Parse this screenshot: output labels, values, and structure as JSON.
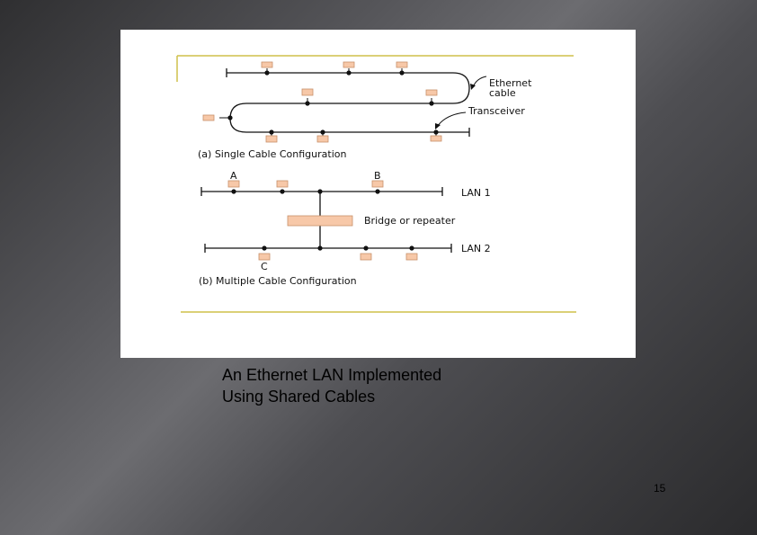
{
  "diagram": {
    "labels": {
      "ethernet_cable_line1": "Ethernet",
      "ethernet_cable_line2": "cable",
      "transceiver": "Transceiver",
      "config_a": "(a)  Single Cable Configuration",
      "station_a": "A",
      "station_b": "B",
      "station_c": "C",
      "lan1": "LAN 1",
      "lan2": "LAN 2",
      "bridge": "Bridge or repeater",
      "config_b": "(b)  Multiple Cable Configuration"
    },
    "colors": {
      "station_fill": "#f7c8a8",
      "station_stroke": "#c8906a",
      "rule": "#cfc04a",
      "cable": "#111111"
    }
  },
  "caption": {
    "line1": "An Ethernet LAN Implemented",
    "line2": "Using Shared Cables"
  },
  "slide_number": "15"
}
